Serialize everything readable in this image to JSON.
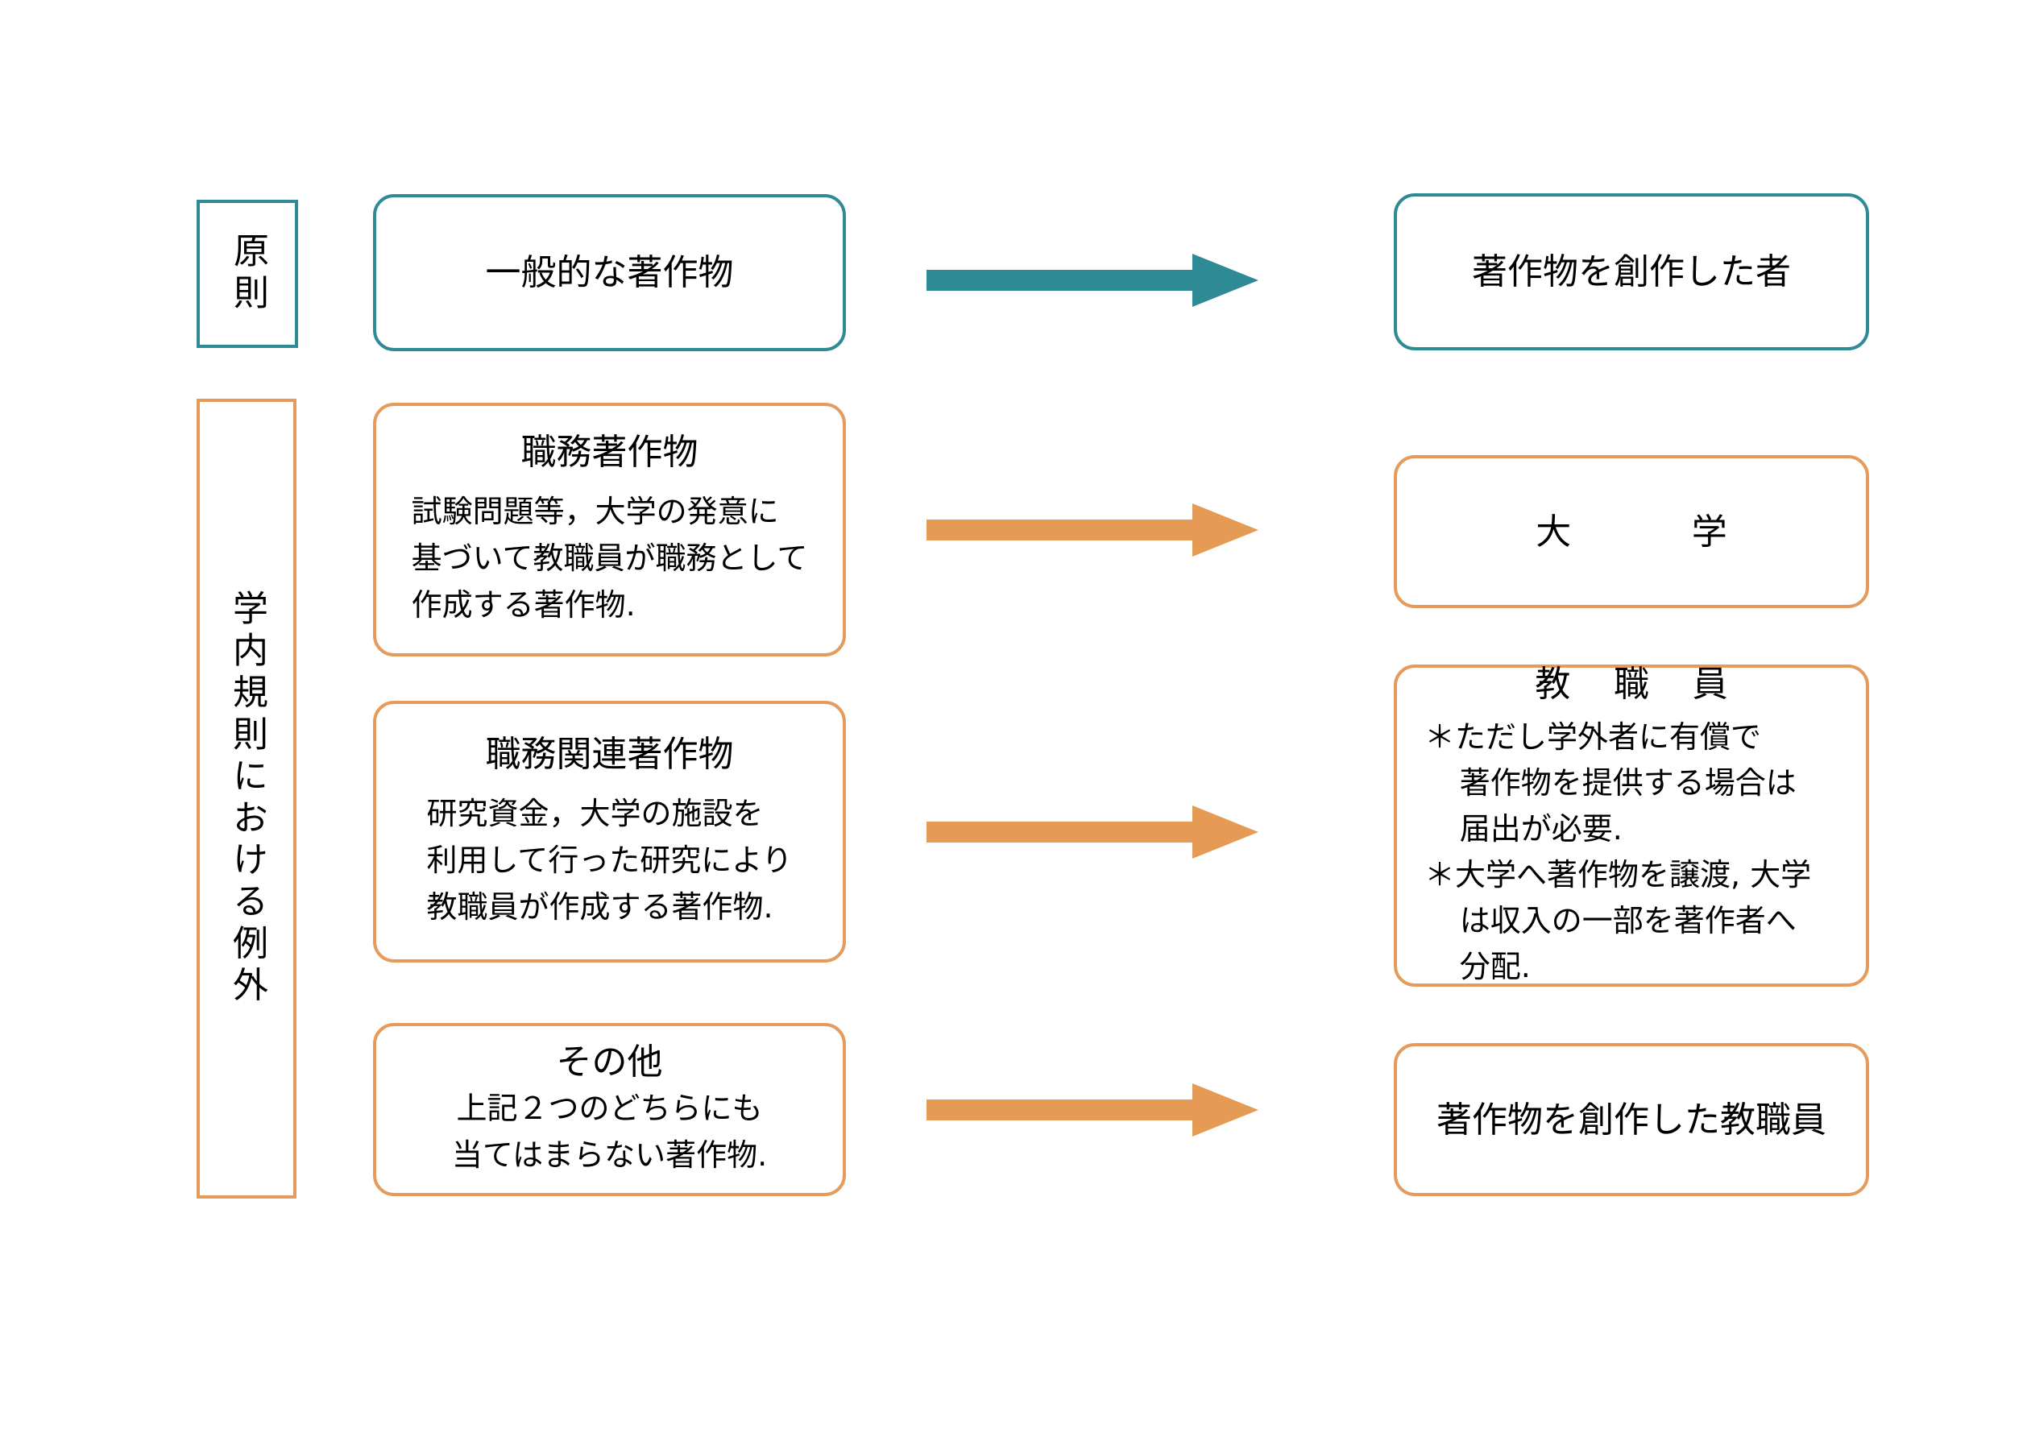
{
  "colors": {
    "teal": "#2E8B96",
    "orange": "#E49B5B",
    "arrow_teal": "#2E8B96",
    "arrow_orange": "#E59A55",
    "background": "#FFFFFF",
    "text": "#000000"
  },
  "side_labels": {
    "principle": "原則",
    "exception": "学内規則における例外"
  },
  "rows": [
    {
      "id": "principle",
      "source_title": "一般的な著作物",
      "source_body": "",
      "arrow": "arrow-right-teal",
      "target_title": "著作物を創作した者",
      "target_notes": []
    },
    {
      "id": "work-for-hire",
      "source_title": "職務著作物",
      "source_body": "試験問題等，大学の発意に\n基づいて教職員が職務として\n作成する著作物.",
      "arrow": "arrow-right-orange",
      "target_title": "大　学",
      "target_notes": []
    },
    {
      "id": "duty-related",
      "source_title": "職務関連著作物",
      "source_body": "研究資金，大学の施設を\n利用して行った研究により\n教職員が作成する著作物.",
      "arrow": "arrow-right-orange",
      "target_title": "教 職 員",
      "target_notes": [
        "＊ただし学外者に有償で\n著作物を提供する場合は\n届出が必要.",
        "＊大学へ著作物を譲渡, 大学\nは収入の一部を著作者へ\n分配."
      ]
    },
    {
      "id": "other",
      "source_title": "その他",
      "source_body": "上記２つのどちらにも\n当てはまらない著作物.",
      "arrow": "arrow-right-orange",
      "target_title": "著作物を創作した教職員",
      "target_notes": []
    }
  ]
}
